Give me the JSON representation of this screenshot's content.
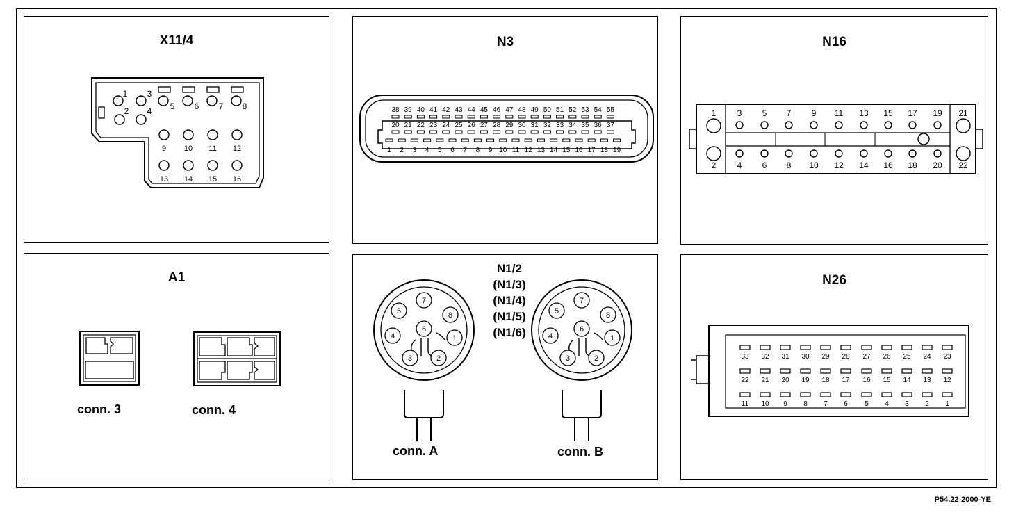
{
  "reference": "P54.22-2000-YE",
  "panels": {
    "x11_4": {
      "title": "X11/4",
      "pins": [
        "1",
        "2",
        "3",
        "4",
        "5",
        "6",
        "7",
        "8",
        "9",
        "10",
        "11",
        "12",
        "13",
        "14",
        "15",
        "16"
      ]
    },
    "n3": {
      "title": "N3",
      "row_top": [
        "38",
        "39",
        "40",
        "41",
        "42",
        "43",
        "44",
        "45",
        "46",
        "47",
        "48",
        "49",
        "50",
        "51",
        "52",
        "53",
        "54",
        "55"
      ],
      "row_mid": [
        "20",
        "21",
        "22",
        "23",
        "24",
        "25",
        "26",
        "27",
        "28",
        "29",
        "30",
        "31",
        "32",
        "33",
        "34",
        "35",
        "36",
        "37"
      ],
      "row_bot": [
        "1",
        "2",
        "3",
        "4",
        "5",
        "6",
        "7",
        "8",
        "9",
        "10",
        "11",
        "12",
        "13",
        "14",
        "15",
        "16",
        "17",
        "18",
        "19"
      ]
    },
    "n16": {
      "title": "N16",
      "top_pins": [
        "1",
        "3",
        "5",
        "7",
        "9",
        "11",
        "13",
        "15",
        "17",
        "19",
        "21"
      ],
      "bottom_pins": [
        "2",
        "4",
        "6",
        "8",
        "10",
        "12",
        "14",
        "16",
        "18",
        "20",
        "22"
      ]
    },
    "a1": {
      "title": "A1",
      "connector_3": "conn. 3",
      "connector_4": "conn. 4"
    },
    "n1": {
      "titles": [
        "N1/2",
        "(N1/3)",
        "(N1/4)",
        "(N1/5)",
        "(N1/6)"
      ],
      "connector_a": "conn. A",
      "connector_b": "conn. B",
      "pins": [
        "1",
        "2",
        "3",
        "4",
        "5",
        "6",
        "7",
        "8"
      ]
    },
    "n26": {
      "title": "N26",
      "row1": [
        "33",
        "32",
        "31",
        "30",
        "29",
        "28",
        "27",
        "26",
        "25",
        "24",
        "23"
      ],
      "row2": [
        "22",
        "21",
        "20",
        "19",
        "18",
        "17",
        "16",
        "15",
        "14",
        "13",
        "12"
      ],
      "row3": [
        "11",
        "10",
        "9",
        "8",
        "7",
        "6",
        "5",
        "4",
        "3",
        "2",
        "1"
      ]
    }
  }
}
